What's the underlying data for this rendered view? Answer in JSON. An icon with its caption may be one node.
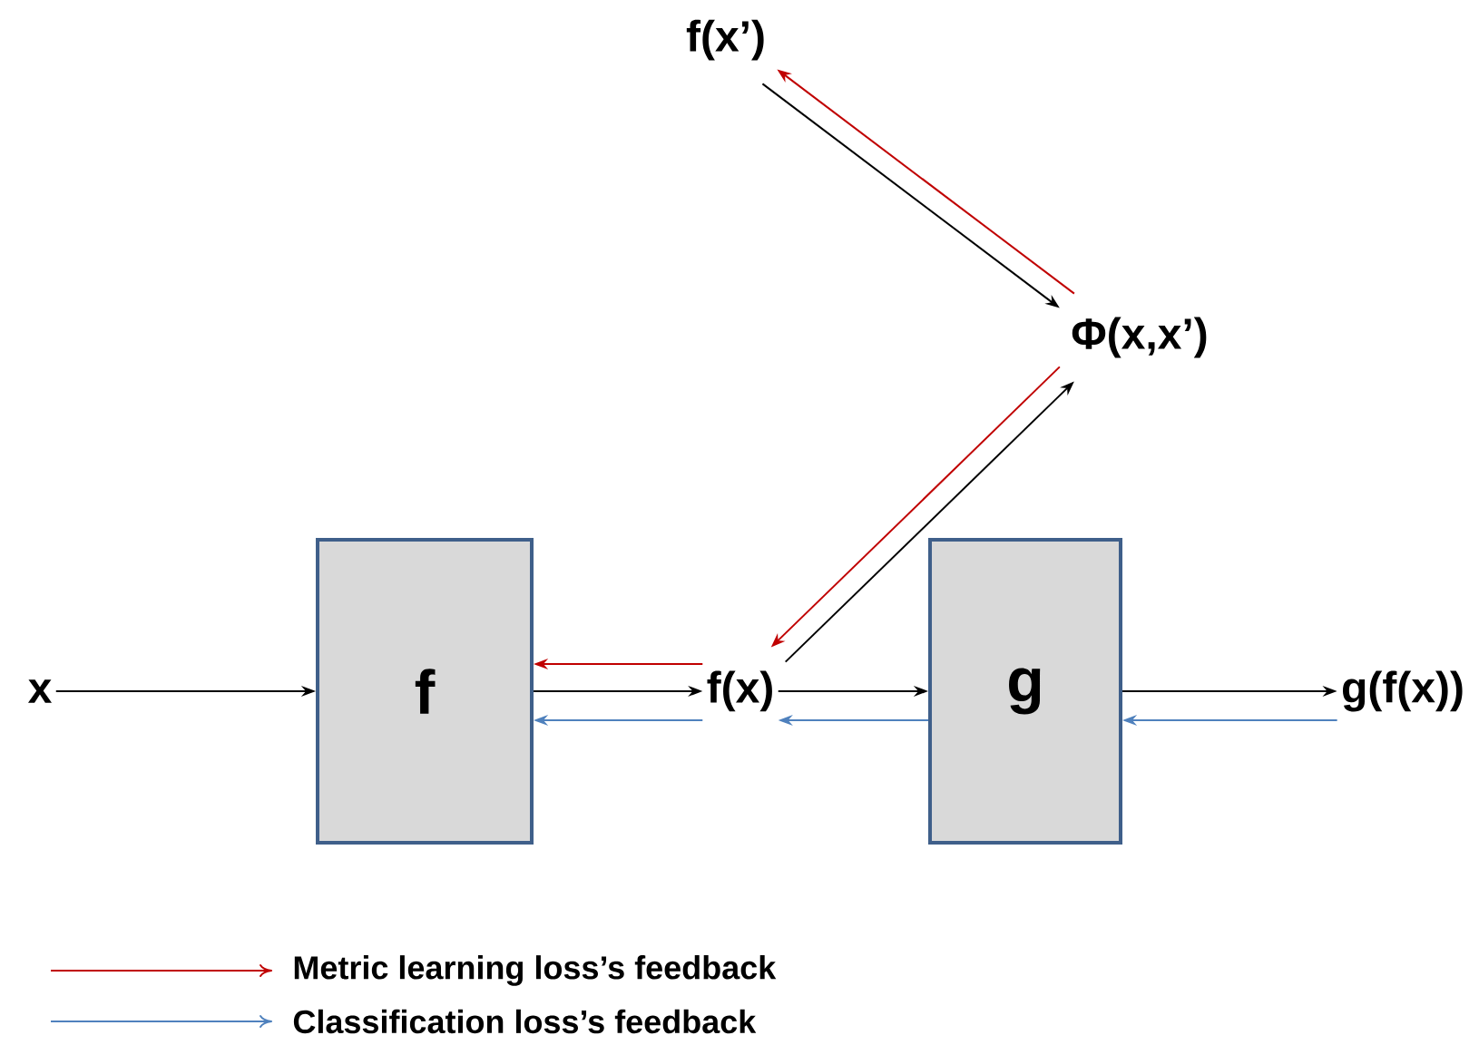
{
  "diagram": {
    "nodes": [
      {
        "text": [
          "x"
        ]
      },
      {
        "text": [
          "f"
        ]
      },
      {
        "text": [
          "f(x)"
        ]
      },
      {
        "text": [
          "g"
        ]
      },
      {
        "text": [
          "g(f(x))"
        ]
      },
      {
        "text": [
          "f(x’)"
        ]
      },
      {
        "text": [
          "Φ(x,x’)"
        ]
      }
    ],
    "edges": [
      {
        "from": 0,
        "to": 1,
        "arrow": "to"
      },
      {
        "from": 1,
        "to": 2,
        "arrow": "to"
      },
      {
        "from": 2,
        "to": 1,
        "arrow": "to",
        "color": "#c00000"
      },
      {
        "from": 2,
        "to": 1,
        "arrow": "to",
        "color": "#4f81bd"
      },
      {
        "from": 2,
        "to": 3,
        "arrow": "to"
      },
      {
        "from": 3,
        "to": 2,
        "arrow": "to",
        "color": "#4f81bd"
      },
      {
        "from": 3,
        "to": 4,
        "arrow": "to"
      },
      {
        "from": 4,
        "to": 3,
        "arrow": "to",
        "color": "#4f81bd"
      },
      {
        "from": 2,
        "to": 6,
        "arrow": "to"
      },
      {
        "from": 6,
        "to": 2,
        "arrow": "to",
        "color": "#c00000"
      },
      {
        "from": 5,
        "to": 6,
        "arrow": "to"
      },
      {
        "from": 6,
        "to": 5,
        "arrow": "to",
        "color": "#c00000"
      }
    ],
    "legend": [
      {
        "text": "Metric learning loss’s feedback",
        "color": "#c00000"
      },
      {
        "text": "Classification loss’s feedback",
        "color": "#4f81bd"
      }
    ]
  }
}
